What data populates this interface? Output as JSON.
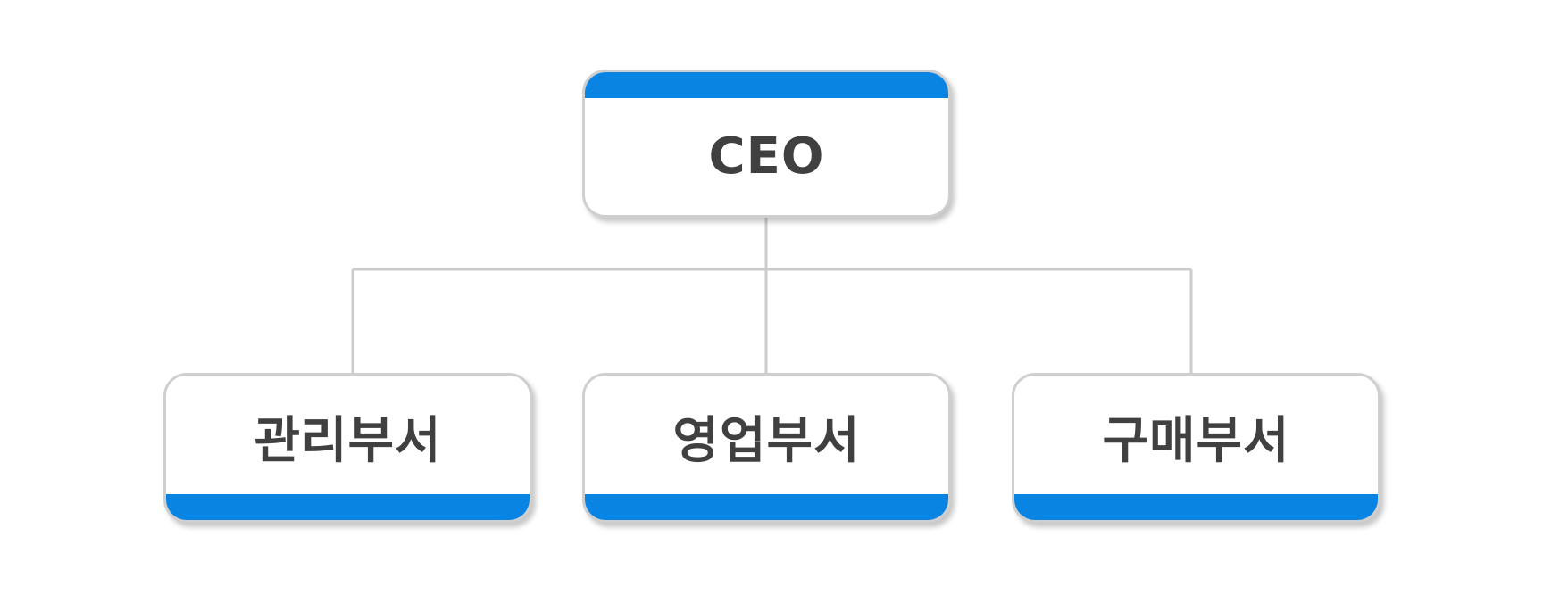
{
  "colors": {
    "accent_band": "#0a84e3",
    "node_border": "#cfcfcf",
    "connector": "#cccccc",
    "label_text": "#404040"
  },
  "root": {
    "label": "CEO"
  },
  "departments": [
    {
      "label": "관리부서"
    },
    {
      "label": "영업부서"
    },
    {
      "label": "구매부서"
    }
  ]
}
